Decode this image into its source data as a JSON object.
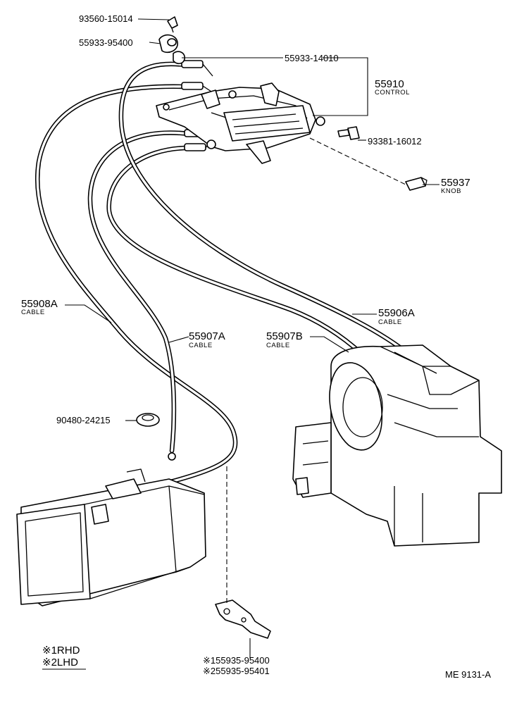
{
  "diagram": {
    "parts": {
      "p93560": "93560-15014",
      "p55933_95400": "55933-95400",
      "p55933_14010": "55933-14010",
      "control_no": "55910",
      "control_name": "CONTROL",
      "p93381": "93381-16012",
      "knob_no": "55937",
      "knob_name": "KNOB",
      "cable_a_no": "55908A",
      "cable_a_name": "CABLE",
      "cable_b_no": "55906A",
      "cable_b_name": "CABLE",
      "cable_c_no": "55907A",
      "cable_c_name": "CABLE",
      "cable_d_no": "55907B",
      "cable_d_name": "CABLE",
      "p90480": "90480-24215",
      "lever_rhd": "※155935-95400",
      "lever_lhd": "※255935-95401"
    },
    "legend": {
      "rhd": "※1RHD",
      "lhd": "※2LHD"
    },
    "code": "ME 9131-A"
  }
}
